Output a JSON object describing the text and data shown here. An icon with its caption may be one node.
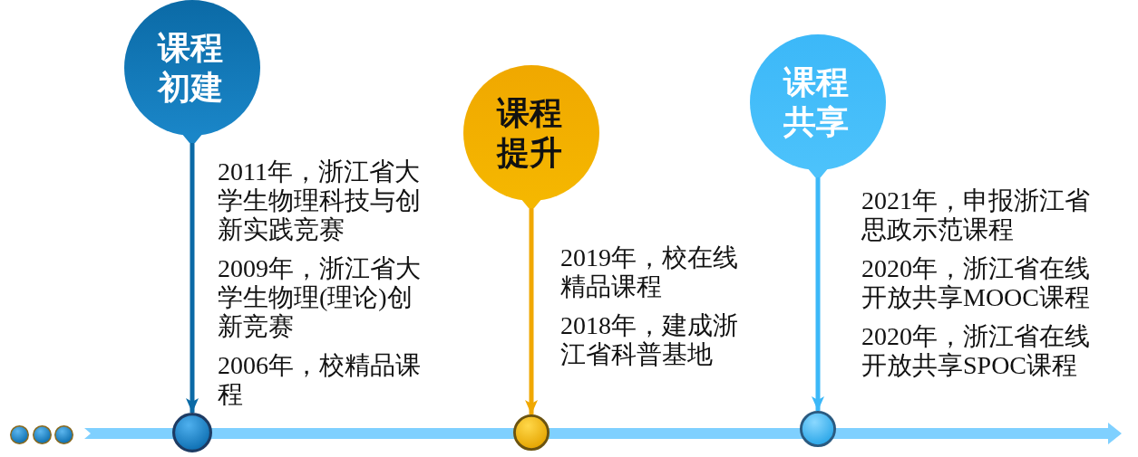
{
  "diagram": {
    "nodes": [
      {
        "text": [
          "课程初建"
        ],
        "beside": [
          "2011年，浙江省大学生物理科技与创新实践竞赛",
          "2009年，浙江省大学生物理(理论)创新竞赛",
          "2006年，校精品课程"
        ]
      },
      {
        "text": [
          "课程提升"
        ],
        "beside": [
          "2019年，校在线精品课程",
          "2018年，建成浙江省科普基地"
        ]
      },
      {
        "text": [
          "课程共享"
        ],
        "beside": [
          "2021年，申报浙江省思政示范课程",
          "2020年，浙江省在线开放共享MOOC课程",
          "2020年，浙江省在线开放共享SPOC课程"
        ]
      },
      {
        "text": [],
        "shape": "circle"
      },
      {
        "text": [],
        "shape": "circle"
      },
      {
        "text": [],
        "shape": "circle"
      },
      {
        "text": [],
        "shape": "circle"
      },
      {
        "text": [],
        "shape": "circle"
      },
      {
        "text": [],
        "shape": "circle"
      }
    ],
    "edges": [
      {
        "from": 0,
        "to": 6,
        "arrow": "to",
        "color": "#0b6aa6"
      },
      {
        "from": 1,
        "to": 7,
        "arrow": "to",
        "color": "#f0a800"
      },
      {
        "from": 2,
        "to": 8,
        "arrow": "to",
        "color": "#3cb8f8"
      }
    ]
  }
}
